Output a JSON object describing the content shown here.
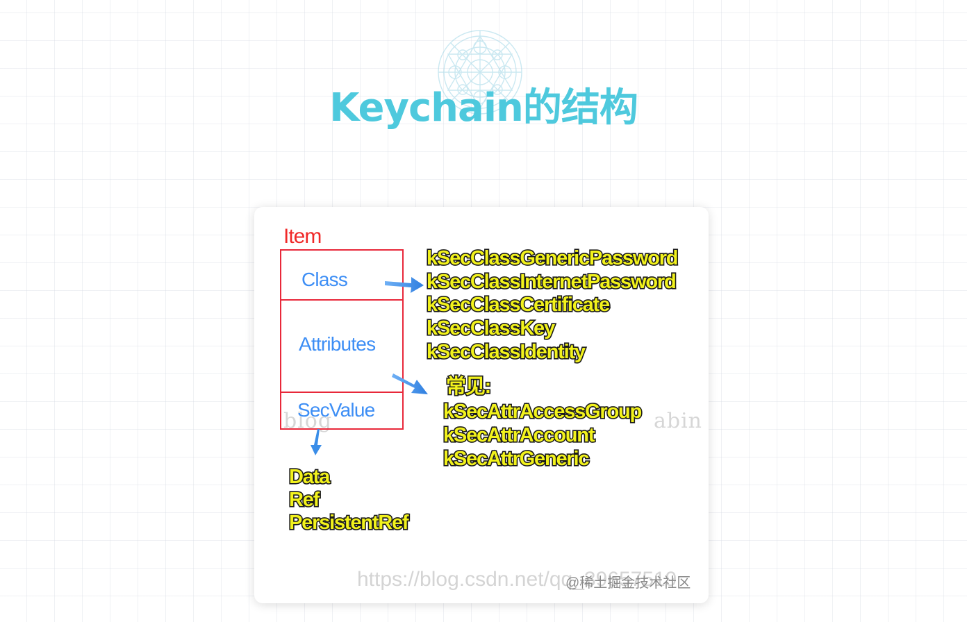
{
  "title": "Keychain的结构",
  "colors": {
    "title": "#4ec9dd",
    "box_border": "#e8283a",
    "blue_label": "#3d8ef5",
    "yellow_text": "#f2f21c",
    "arrow": "#3a8de8"
  },
  "icons": {
    "logo": "circular-seal-icon"
  },
  "diagram": {
    "item_label": "Item",
    "sections": {
      "class": "Class",
      "attributes": "Attributes",
      "secvalue": "SecValue"
    },
    "class_values": [
      "kSecClassGenericPassword",
      "kSecClassInternetPassword",
      "kSecClassCertificate",
      "kSecClassKey",
      "kSecClassIdentity"
    ],
    "attr_heading": "常见:",
    "attr_values": [
      "kSecAttrAccessGroup",
      "kSecAttrAccount",
      "kSecAttrGeneric"
    ],
    "secvalue_values": [
      "Data",
      "Ref",
      "PersistentRef"
    ],
    "watermark_mid_left": "blog",
    "watermark_mid_right": "abin",
    "watermark_bottom_url": "https://blog.csdn.net/qq_39657519",
    "watermark_bottom_site": "@稀土掘金技术社区"
  }
}
